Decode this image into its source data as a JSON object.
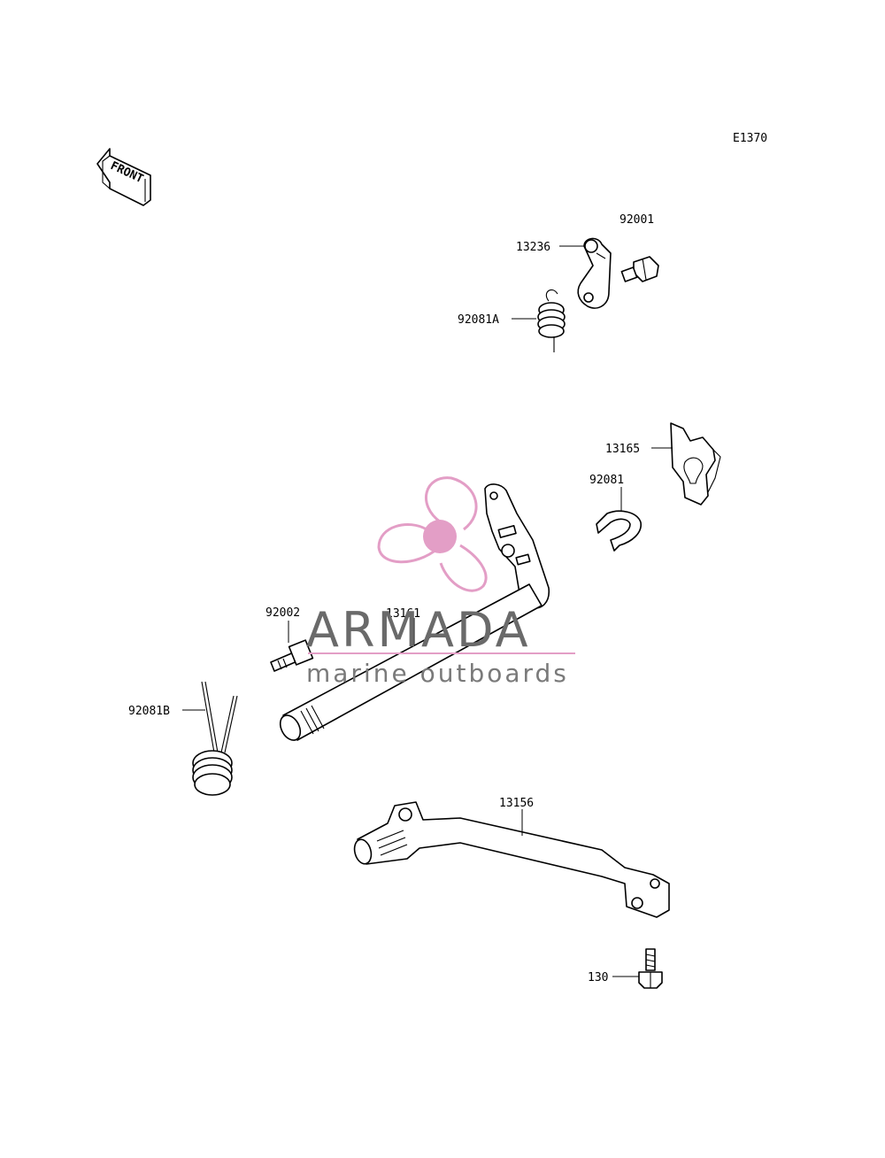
{
  "diagram_code": "E1370",
  "front_label": "FRONT",
  "watermark": {
    "brand": "ARMADA",
    "tagline": "marine outboards",
    "logo_color": "#e39ec6",
    "text_color": "#6a6a6a"
  },
  "parts": {
    "p92001": "92001",
    "p13236": "13236",
    "p92081A": "92081A",
    "p13165": "13165",
    "p92081": "92081",
    "p92002": "92002",
    "p13161": "13161",
    "p92081B": "92081B",
    "p13156": "13156",
    "p130": "130"
  }
}
